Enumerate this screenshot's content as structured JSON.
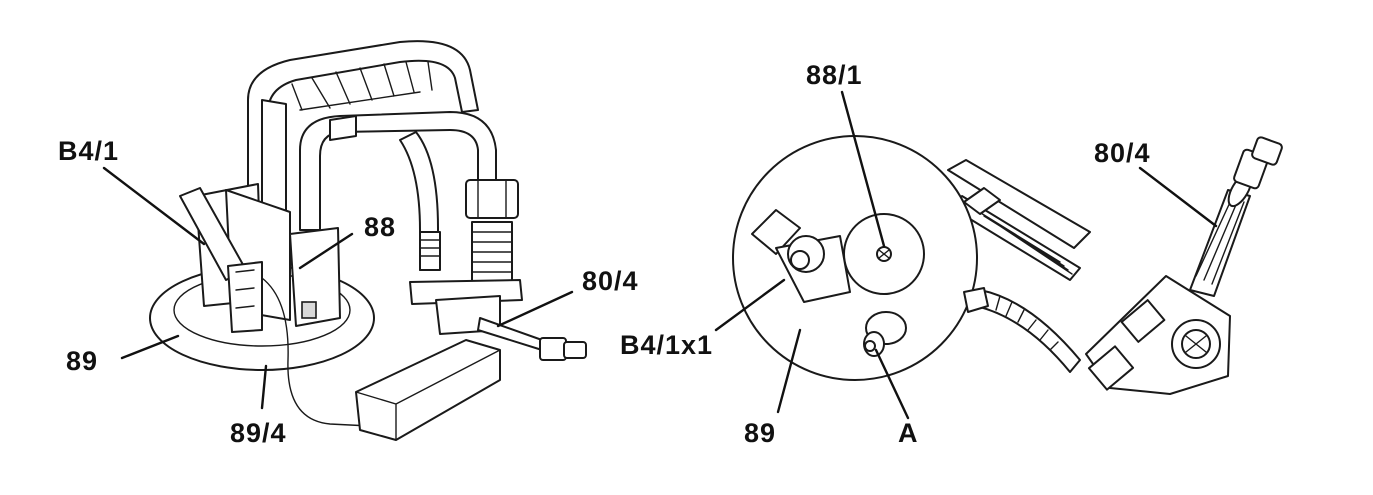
{
  "figure": {
    "left_view": {
      "labels": {
        "sensor": "B4/1",
        "pump": "88",
        "connector": "80/4",
        "flange": "89",
        "seal": "89/4"
      }
    },
    "right_view": {
      "labels": {
        "pump_outlet": "88/1",
        "connector": "80/4",
        "sensor_plug": "B4/1x1",
        "flange": "89",
        "point_a": "A"
      }
    }
  }
}
